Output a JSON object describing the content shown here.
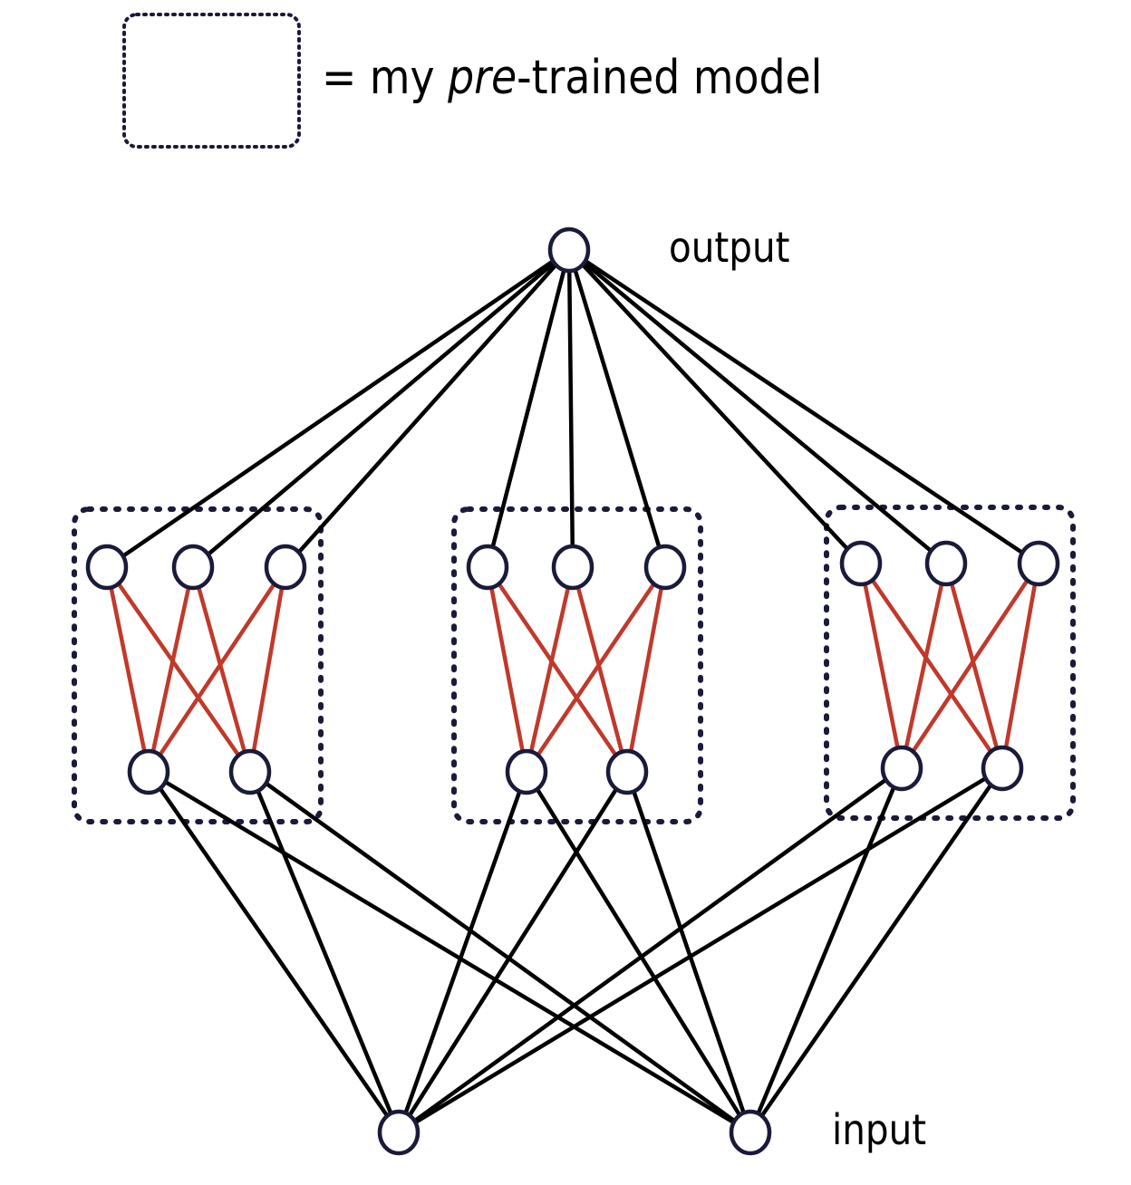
{
  "legend": {
    "equals": "= my ",
    "pre": "pre",
    "rest": "-trained model"
  },
  "labels": {
    "output": "output",
    "input": "input"
  },
  "colors": {
    "edge": "#000000",
    "inner_edge": "#c0392b",
    "node_stroke": "#1a1a3a",
    "box_dots": "#1a1a3a"
  }
}
